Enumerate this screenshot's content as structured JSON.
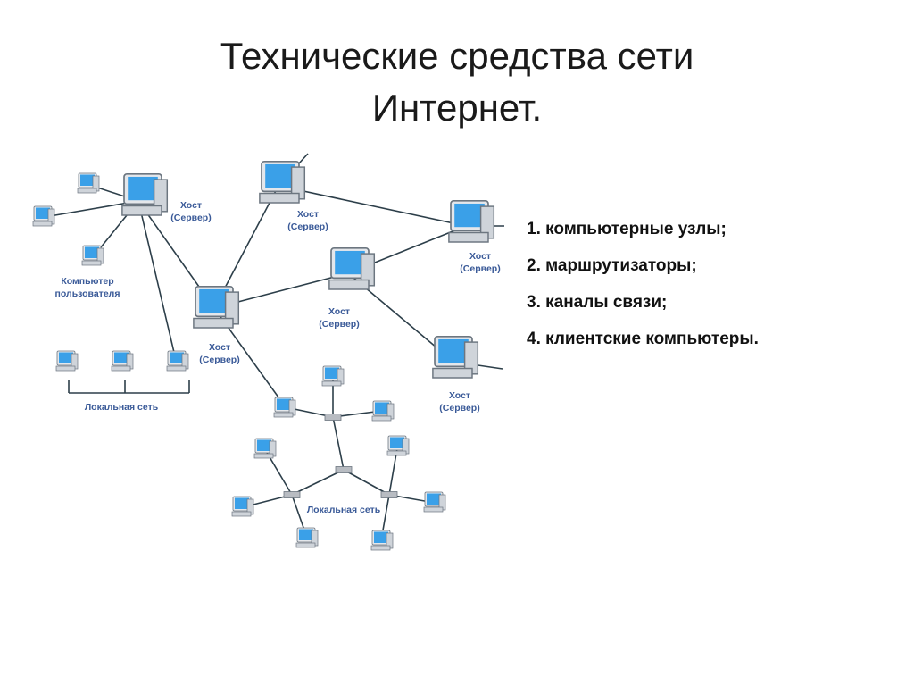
{
  "title": {
    "line1": "Технические средства сети",
    "line2": "Интернет."
  },
  "list_items": [
    "1. компьютерные узлы;",
    "2. маршрутизаторы;",
    "3. каналы связи;",
    "4. клиентские компьютеры."
  ],
  "diagram": {
    "host_label": "Хост",
    "server_label": "(Сервер)",
    "user_pc_label_1": "Компьютер",
    "user_pc_label_2": "пользователя",
    "lan_label": "Локальная сеть",
    "colors": {
      "screen": "#3aa0e8",
      "case": "#d9dde2",
      "label": "#3a5a98",
      "line": "#2d3f4a",
      "hub": "#b8bcc2"
    }
  }
}
